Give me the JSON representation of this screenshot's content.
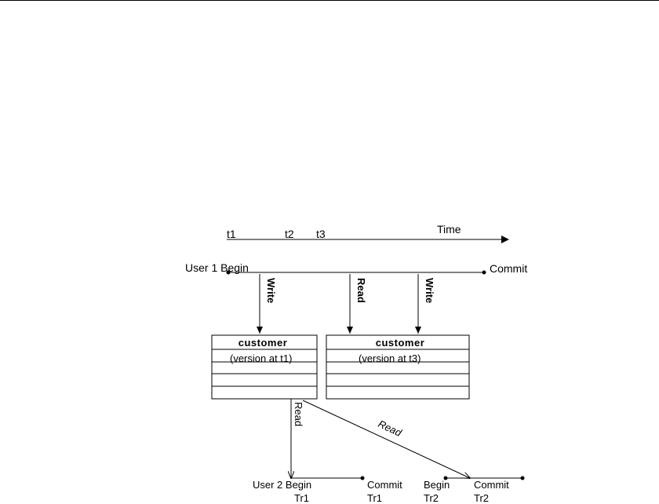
{
  "timeline": {
    "t1": "t1",
    "t2": "t2",
    "t3": "t3",
    "time": "Time"
  },
  "user1": {
    "begin": "User 1 Begin",
    "commit": "Commit",
    "ops": [
      "Write",
      "Read",
      "Write"
    ]
  },
  "tables": [
    {
      "name": "customer",
      "version": "(version at  t1)"
    },
    {
      "name": "customer",
      "version": "(version at  t3)"
    }
  ],
  "user2": {
    "read_straight": "Read",
    "read_diagonal": "Read",
    "begin_tr1": "User 2 Begin",
    "begin_tr1_sub": "Tr1",
    "commit_tr1": "Commit",
    "commit_tr1_sub": "Tr1",
    "begin_tr2": "Begin",
    "begin_tr2_sub": "Tr2",
    "commit_tr2": "Commit",
    "commit_tr2_sub": "Tr2"
  }
}
